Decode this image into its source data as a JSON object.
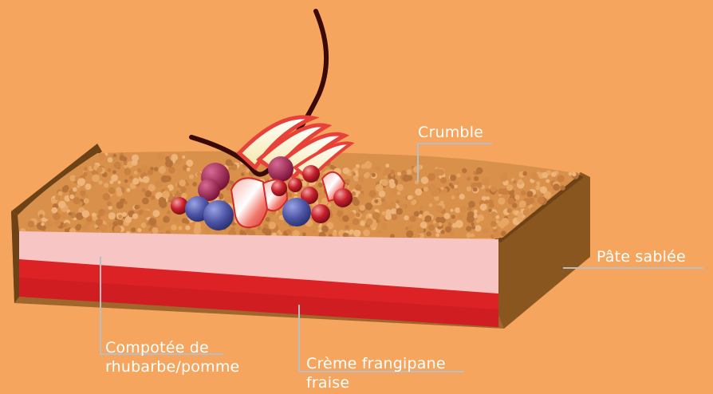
{
  "diagram": {
    "labels": {
      "crumble": "Crumble",
      "pate_sablee": "Pâte sablée",
      "compotee": [
        "Compotée de",
        "rhubarbe/pomme"
      ],
      "creme": [
        "Crème frangipane",
        "fraise"
      ]
    },
    "colors": {
      "background": "#F6A55F",
      "crust": "#A0672D",
      "crust_dark": "#6E4217",
      "crumble": "#D9904B",
      "compotee_layer": "#F7C6C4",
      "creme_layer": "#DD2226",
      "leader_line": "#B9BEC4",
      "chocolate": "#3A0A06",
      "blueberry": "#4F56A6",
      "redcurrant": "#C8202C",
      "raspberry": "#A01D4E",
      "strawberry": "#E8413A",
      "apple_slice": "#F6E8A8"
    }
  }
}
